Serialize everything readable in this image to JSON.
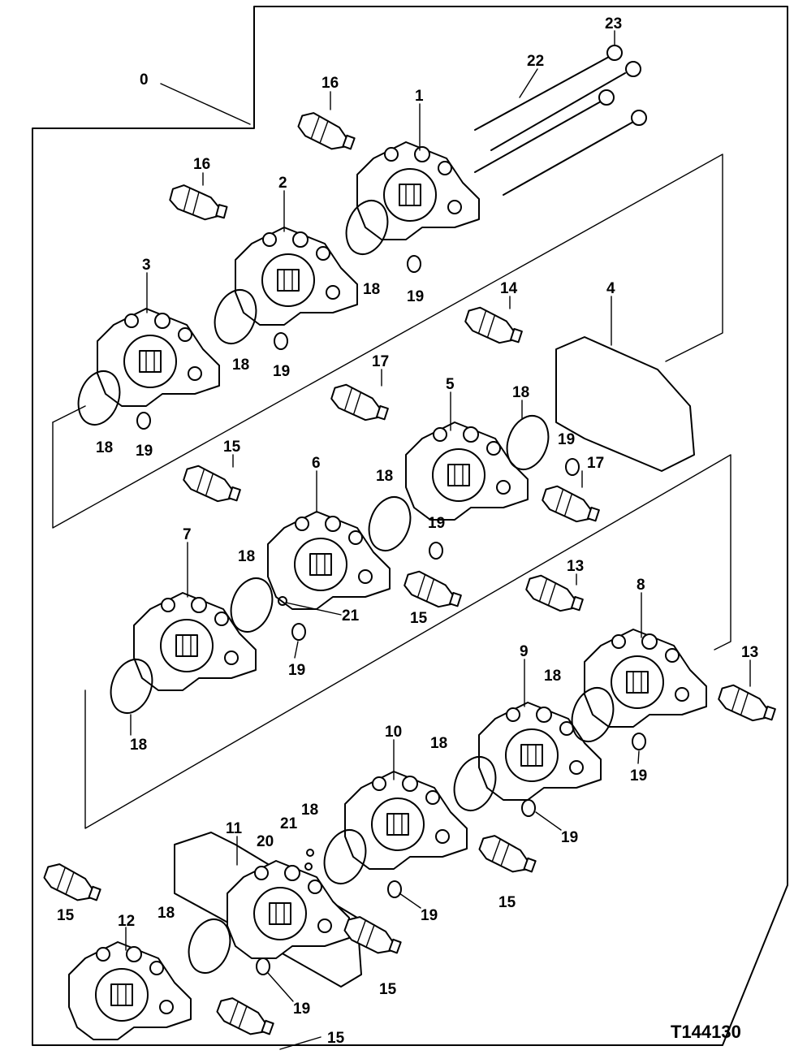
{
  "drawing_code": "T144130",
  "callouts": [
    {
      "id": "c0",
      "text": "0"
    },
    {
      "id": "c1",
      "text": "1"
    },
    {
      "id": "c2",
      "text": "2"
    },
    {
      "id": "c3",
      "text": "3"
    },
    {
      "id": "c4",
      "text": "4"
    },
    {
      "id": "c5",
      "text": "5"
    },
    {
      "id": "c6",
      "text": "6"
    },
    {
      "id": "c7",
      "text": "7"
    },
    {
      "id": "c8",
      "text": "8"
    },
    {
      "id": "c9",
      "text": "9"
    },
    {
      "id": "c10",
      "text": "10"
    },
    {
      "id": "c11",
      "text": "11"
    },
    {
      "id": "c12",
      "text": "12"
    },
    {
      "id": "c13a",
      "text": "13"
    },
    {
      "id": "c13b",
      "text": "13"
    },
    {
      "id": "c14",
      "text": "14"
    },
    {
      "id": "c15a",
      "text": "15"
    },
    {
      "id": "c15b",
      "text": "15"
    },
    {
      "id": "c15c",
      "text": "15"
    },
    {
      "id": "c15d",
      "text": "15"
    },
    {
      "id": "c15e",
      "text": "15"
    },
    {
      "id": "c15f",
      "text": "15"
    },
    {
      "id": "c16a",
      "text": "16"
    },
    {
      "id": "c16b",
      "text": "16"
    },
    {
      "id": "c17a",
      "text": "17"
    },
    {
      "id": "c17b",
      "text": "17"
    },
    {
      "id": "c18a",
      "text": "18"
    },
    {
      "id": "c18b",
      "text": "18"
    },
    {
      "id": "c18c",
      "text": "18"
    },
    {
      "id": "c18d",
      "text": "18"
    },
    {
      "id": "c18e",
      "text": "18"
    },
    {
      "id": "c18f",
      "text": "18"
    },
    {
      "id": "c18g",
      "text": "18"
    },
    {
      "id": "c18h",
      "text": "18"
    },
    {
      "id": "c18i",
      "text": "18"
    },
    {
      "id": "c18j",
      "text": "18"
    },
    {
      "id": "c18k",
      "text": "18"
    },
    {
      "id": "c19a",
      "text": "19"
    },
    {
      "id": "c19b",
      "text": "19"
    },
    {
      "id": "c19c",
      "text": "19"
    },
    {
      "id": "c19d",
      "text": "19"
    },
    {
      "id": "c19e",
      "text": "19"
    },
    {
      "id": "c19f",
      "text": "19"
    },
    {
      "id": "c19g",
      "text": "19"
    },
    {
      "id": "c19h",
      "text": "19"
    },
    {
      "id": "c19i",
      "text": "19"
    },
    {
      "id": "c19j",
      "text": "19"
    },
    {
      "id": "c20",
      "text": "20"
    },
    {
      "id": "c21a",
      "text": "21"
    },
    {
      "id": "c21b",
      "text": "21"
    },
    {
      "id": "c22",
      "text": "22"
    },
    {
      "id": "c23",
      "text": "23"
    }
  ]
}
